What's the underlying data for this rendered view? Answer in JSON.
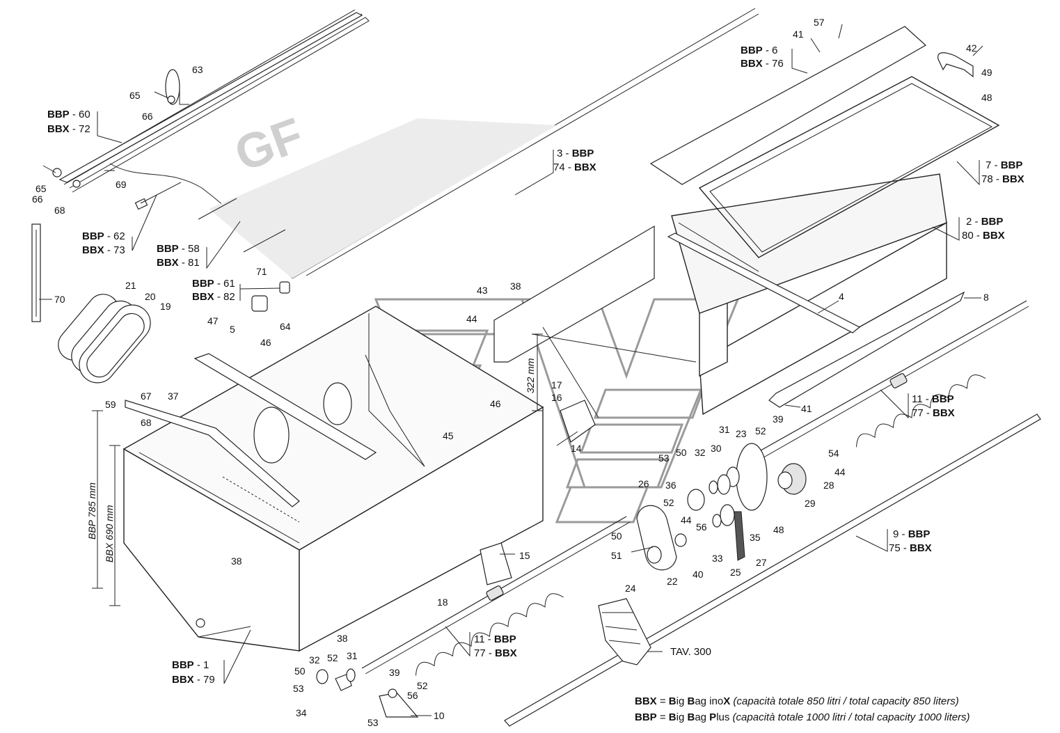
{
  "callouts": {
    "n63": "63",
    "n65a": "65",
    "n66a": "66",
    "n65b": "65",
    "n66b": "66",
    "n68a": "68",
    "n69": "69",
    "n70": "70",
    "n21": "21",
    "n20": "20",
    "n19": "19",
    "n71": "71",
    "n64": "64",
    "n47": "47",
    "n5": "5",
    "n46a": "46",
    "n67": "67",
    "n59": "59",
    "n68b": "68",
    "n37": "37",
    "n38a": "38",
    "n38b": "38",
    "n38c": "38",
    "n43": "43",
    "n44a": "44",
    "n46b": "46",
    "n45": "45",
    "n17": "17",
    "n16": "16",
    "n14": "14",
    "n15": "15",
    "n18": "18",
    "n57": "57",
    "n41a": "41",
    "n42": "42",
    "n49": "49",
    "n48a": "48",
    "n4": "4",
    "n8": "8",
    "n41b": "41",
    "n39a": "39",
    "n52a": "52",
    "n31a": "31",
    "n23": "23",
    "n54": "54",
    "n44b": "44",
    "n28": "28",
    "n29": "29",
    "n53a": "53",
    "n50a": "50",
    "n32a": "32",
    "n30": "30",
    "n26": "26",
    "n36": "36",
    "n52b": "52",
    "n44c": "44",
    "n56a": "56",
    "n35": "35",
    "n48b": "48",
    "n33": "33",
    "n27": "27",
    "n25": "25",
    "n50b": "50",
    "n51": "51",
    "n22": "22",
    "n40": "40",
    "n24": "24",
    "n32b": "32",
    "n52c": "52",
    "n31b": "31",
    "n39b": "39",
    "n50c": "50",
    "n53b": "53",
    "n52d": "52",
    "n56b": "56",
    "n34": "34",
    "n53c": "53",
    "n10": "10"
  },
  "ref_groups": {
    "g60": {
      "a": "BBP",
      "an": " - 60",
      "b": "BBX",
      "bn": " - 72"
    },
    "g62": {
      "a": "BBP",
      "an": " - 62",
      "b": "BBX",
      "bn": " - 73"
    },
    "g58": {
      "a": "BBP",
      "an": " - 58",
      "b": "BBX",
      "bn": " - 81"
    },
    "g61": {
      "a": "BBP",
      "an": " - 61",
      "b": "BBX",
      "bn": " - 82"
    },
    "g1": {
      "a": "BBP",
      "an": " -  1",
      "b": "BBX",
      "bn": " - 79"
    },
    "g6": {
      "a": "BBP",
      "an": " -  6",
      "b": "BBX",
      "bn": " - 76"
    },
    "g3": {
      "an": "3  - ",
      "a": "BBP",
      "bn": "74 - ",
      "b": "BBX"
    },
    "g7": {
      "an": "7  - ",
      "a": "BBP",
      "bn": "78 - ",
      "b": "BBX"
    },
    "g2": {
      "an": "2  - ",
      "a": "BBP",
      "bn": "80 - ",
      "b": "BBX"
    },
    "g11a": {
      "an": "11 - ",
      "a": "BBP",
      "bn": "77 - ",
      "b": "BBX"
    },
    "g11b": {
      "an": "11 - ",
      "a": "BBP",
      "bn": "77 - ",
      "b": "BBX"
    },
    "g9": {
      "an": "9  - ",
      "a": "BBP",
      "bn": "75 - ",
      "b": "BBX"
    }
  },
  "dimensions": {
    "height_bbp": "BBP  785 mm",
    "height_bbx": "BBX  690 mm",
    "width": "322 mm"
  },
  "tav_reference": "TAV. 300",
  "legend": {
    "bbx": {
      "code": "BBX",
      "eq": " = ",
      "w1b": "B",
      "w1": "ig ",
      "w2b": "B",
      "w2": "ag ino",
      "w3b": "X",
      "note": " (capacità totale 850 litri / total capacity 850 liters)"
    },
    "bbp": {
      "code": "BBP",
      "eq": " = ",
      "w1b": "B",
      "w1": "ig ",
      "w2b": "B",
      "w2": "ag ",
      "w3b": "P",
      "w3": "lus",
      "note": " (capacità totale 1000 litri / total capacity 1000 liters)"
    }
  },
  "cover_logo": "GF"
}
